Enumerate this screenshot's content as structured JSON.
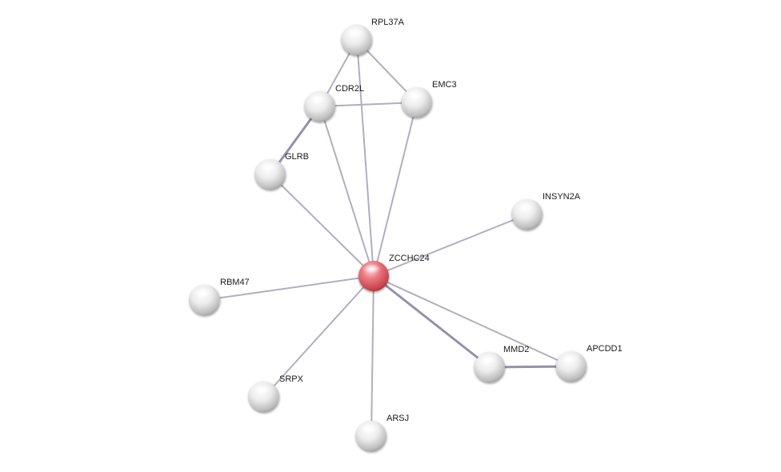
{
  "network": {
    "nodes": [
      {
        "id": "ZCCHC24",
        "label": "ZCCHC24",
        "query": true
      },
      {
        "id": "RPL37A",
        "label": "RPL37A",
        "query": false
      },
      {
        "id": "CDR2L",
        "label": "CDR2L",
        "query": false
      },
      {
        "id": "EMC3",
        "label": "EMC3",
        "query": false
      },
      {
        "id": "GLRB",
        "label": "GLRB",
        "query": false
      },
      {
        "id": "INSYN2A",
        "label": "INSYN2A",
        "query": false
      },
      {
        "id": "RBM47",
        "label": "RBM47",
        "query": false
      },
      {
        "id": "SRPX",
        "label": "SRPX",
        "query": false
      },
      {
        "id": "ARSJ",
        "label": "ARSJ",
        "query": false
      },
      {
        "id": "MMD2",
        "label": "MMD2",
        "query": false
      },
      {
        "id": "APCDD1",
        "label": "APCDD1",
        "query": false
      }
    ],
    "edges": [
      {
        "source": "RPL37A",
        "target": "CDR2L"
      },
      {
        "source": "RPL37A",
        "target": "EMC3"
      },
      {
        "source": "RPL37A",
        "target": "ZCCHC24"
      },
      {
        "source": "CDR2L",
        "target": "EMC3"
      },
      {
        "source": "CDR2L",
        "target": "GLRB",
        "strong": true
      },
      {
        "source": "CDR2L",
        "target": "ZCCHC24"
      },
      {
        "source": "EMC3",
        "target": "ZCCHC24"
      },
      {
        "source": "GLRB",
        "target": "ZCCHC24"
      },
      {
        "source": "INSYN2A",
        "target": "ZCCHC24"
      },
      {
        "source": "RBM47",
        "target": "ZCCHC24"
      },
      {
        "source": "SRPX",
        "target": "ZCCHC24"
      },
      {
        "source": "ARSJ",
        "target": "ZCCHC24"
      },
      {
        "source": "MMD2",
        "target": "ZCCHC24",
        "strong": true
      },
      {
        "source": "APCDD1",
        "target": "ZCCHC24"
      },
      {
        "source": "MMD2",
        "target": "APCDD1",
        "strong": true
      }
    ]
  },
  "colors": {
    "query_node": "#e05a63",
    "neighbor_node": "#e4e4e4",
    "edge": "#b3adc0",
    "label": "#1a1a1a"
  }
}
